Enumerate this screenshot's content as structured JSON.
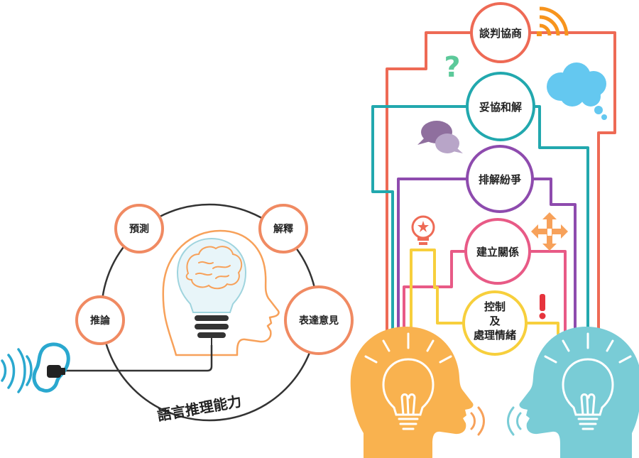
{
  "left": {
    "ring_label": "語言推理能力",
    "nodes": {
      "predict": "預測",
      "interpret": "解釋",
      "infer": "推論",
      "express": "表達意見"
    }
  },
  "right": {
    "nodes": {
      "negotiate": "談判協商",
      "compromise": "妥協和解",
      "resolve": "排解紛爭",
      "build": "建立關係",
      "emotion_l1": "控制",
      "emotion_l2": "及",
      "emotion_l3": "處理情緒"
    }
  },
  "colors": {
    "ring": "#333333",
    "node_border": "#f08a62",
    "head_outline": "#f7a15a",
    "bulb_outline": "#9fd4de",
    "red": "#ee6a55",
    "teal": "#22a8ae",
    "purple": "#8e4bae",
    "pink": "#e85a86",
    "yellow": "#f7cf3c",
    "orange_head": "#f9b24f",
    "blue_head": "#79ccd6",
    "cloud": "#64c8f0",
    "question": "#5cc99a",
    "alert": "#e6343d",
    "wave_blue": "#2aa8cf"
  },
  "icons": [
    "ear-icon",
    "sound-wave-icon",
    "brain-icon",
    "lightbulb-icon",
    "wifi-signal-icon",
    "question-mark-icon",
    "thought-cloud-icon",
    "speech-bubbles-icon",
    "idea-bulb-icon",
    "arrows-icon",
    "exclamation-icon"
  ]
}
